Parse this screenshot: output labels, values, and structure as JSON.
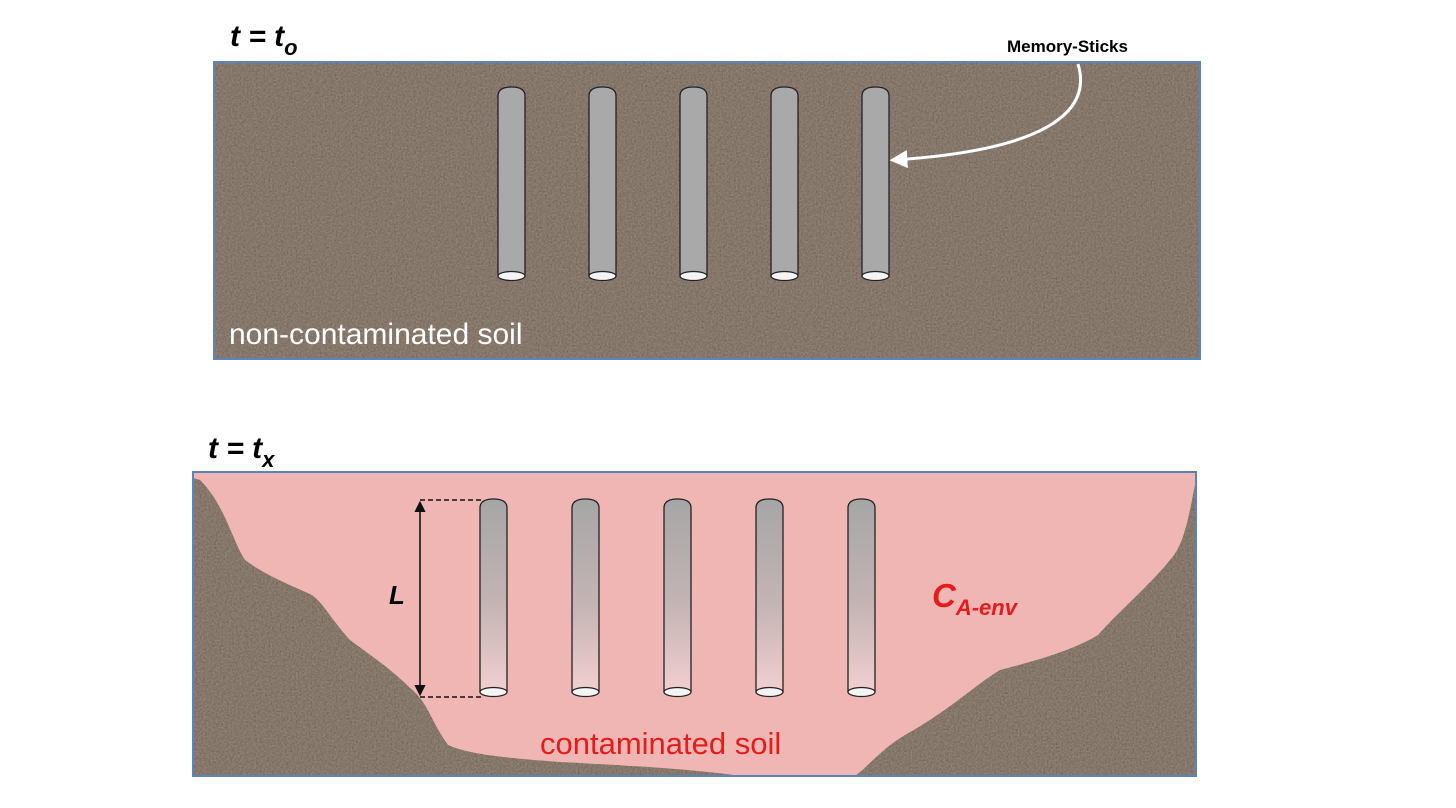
{
  "top_panel": {
    "time_label": {
      "main": "t = t",
      "sub": "o"
    },
    "callout_label": "Memory-Sticks",
    "soil_label": "non-contaminated soil",
    "stick_count": 5
  },
  "bottom_panel": {
    "time_label": {
      "main": "t = t",
      "sub": "x"
    },
    "length_label": "L",
    "concentration_label": {
      "main": "C",
      "sub": "A-env"
    },
    "soil_label": "contaminated soil",
    "stick_count": 5
  },
  "colors": {
    "soil": "#9b8a7c",
    "contamination": "#f0b6b4",
    "stick_gray": "#a9a9a9",
    "contamination_text": "#e31c1c",
    "frame_border": "#5b85b8",
    "callout_arrow": "#ffffff"
  }
}
